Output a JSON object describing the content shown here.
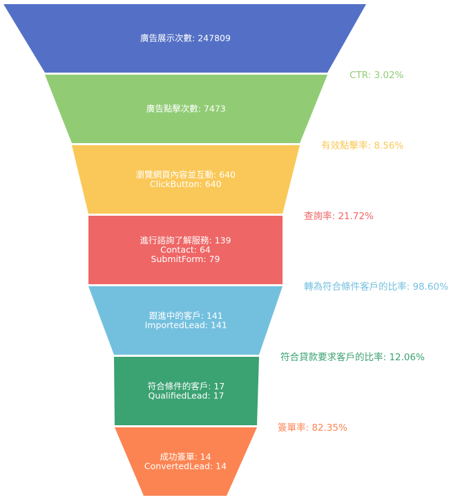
{
  "chart_data": {
    "type": "funnel",
    "stages": [
      {
        "lines": [
          "廣告展示次數: 247809"
        ],
        "value": 247809,
        "color": "#5470c6"
      },
      {
        "lines": [
          "廣告點擊次數: 7473"
        ],
        "value": 7473,
        "color": "#91cc75"
      },
      {
        "lines": [
          "瀏覽網頁內容並互動: 640",
          "ClickButton: 640"
        ],
        "value": 640,
        "color": "#fac858"
      },
      {
        "lines": [
          "進行諮詢了解服務: 139",
          "Contact: 64",
          "SubmitForm: 79"
        ],
        "value": 139,
        "color": "#ee6666"
      },
      {
        "lines": [
          "跟進中的客戶: 141",
          "ImportedLead: 141"
        ],
        "value": 141,
        "color": "#73c0de"
      },
      {
        "lines": [
          "符合條件的客戶: 17",
          "QualifiedLead: 17"
        ],
        "value": 17,
        "color": "#3ba272"
      },
      {
        "lines": [
          "成功簽單: 14",
          "ConvertedLead: 14"
        ],
        "value": 14,
        "color": "#fc8452"
      }
    ],
    "conversion_rates": [
      {
        "label": "CTR: 3.02%",
        "value": 3.02,
        "color": "#91cc75"
      },
      {
        "label": "有效點擊率: 8.56%",
        "value": 8.56,
        "color": "#fac858"
      },
      {
        "label": "查詢率: 21.72%",
        "value": 21.72,
        "color": "#ee6666"
      },
      {
        "label": "轉為符合條件客戶的比率: 98.60%",
        "value": 98.6,
        "color": "#73c0de"
      },
      {
        "label": "符合貸款要求客戶的比率: 12.06%",
        "value": 12.06,
        "color": "#3ba272"
      },
      {
        "label": "簽單率: 82.35%",
        "value": 82.35,
        "color": "#fc8452"
      }
    ]
  }
}
